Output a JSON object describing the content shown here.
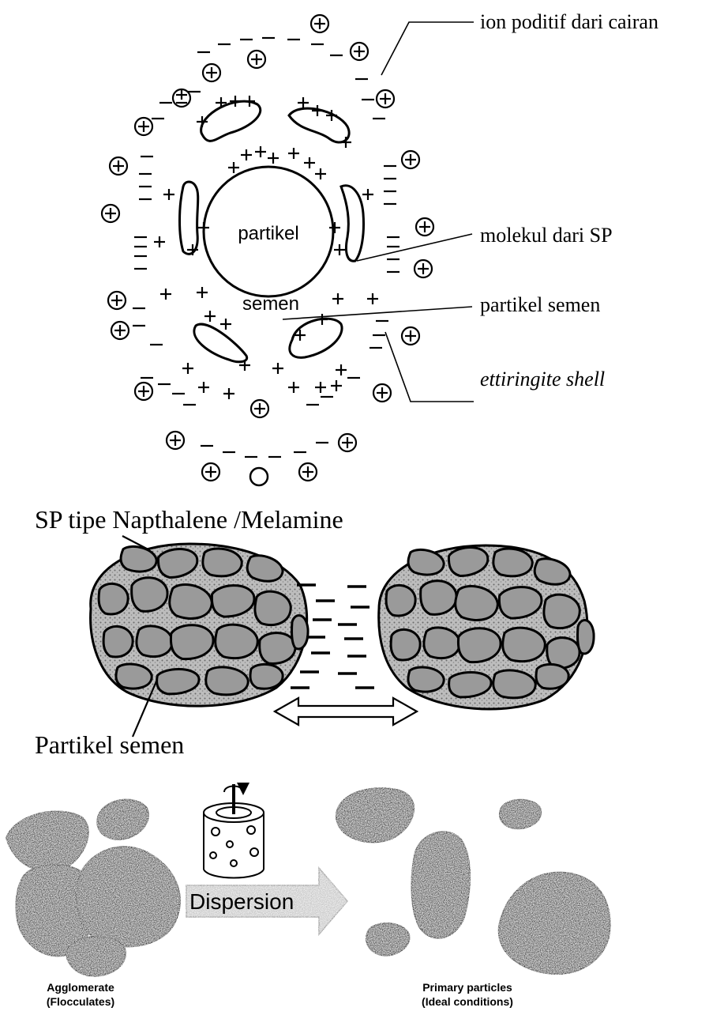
{
  "top_diagram": {
    "labels": {
      "positive_ion": "ion poditif dari cairan",
      "sp_molecule": "molekul dari SP",
      "cement_particle": "partikel semen",
      "ettringite": "ettiringite shell"
    },
    "center_word_1": "partikel",
    "center_word_2": "semen",
    "bottom_symbol": "O"
  },
  "middle_diagram": {
    "title": "SP tipe Napthalene /Melamine",
    "caption": "Partikel semen"
  },
  "bottom_diagram": {
    "arrow_label": "Dispersion",
    "left_caption_1": "Agglomerate",
    "left_caption_2": "(Flocculates)",
    "right_caption_1": "Primary particles",
    "right_caption_2": "(Ideal conditions)"
  },
  "colors": {
    "ink": "#000000",
    "particle": "#555555",
    "speckle": "#a0a0a0",
    "arrow_fill": "#c8c8c8"
  }
}
